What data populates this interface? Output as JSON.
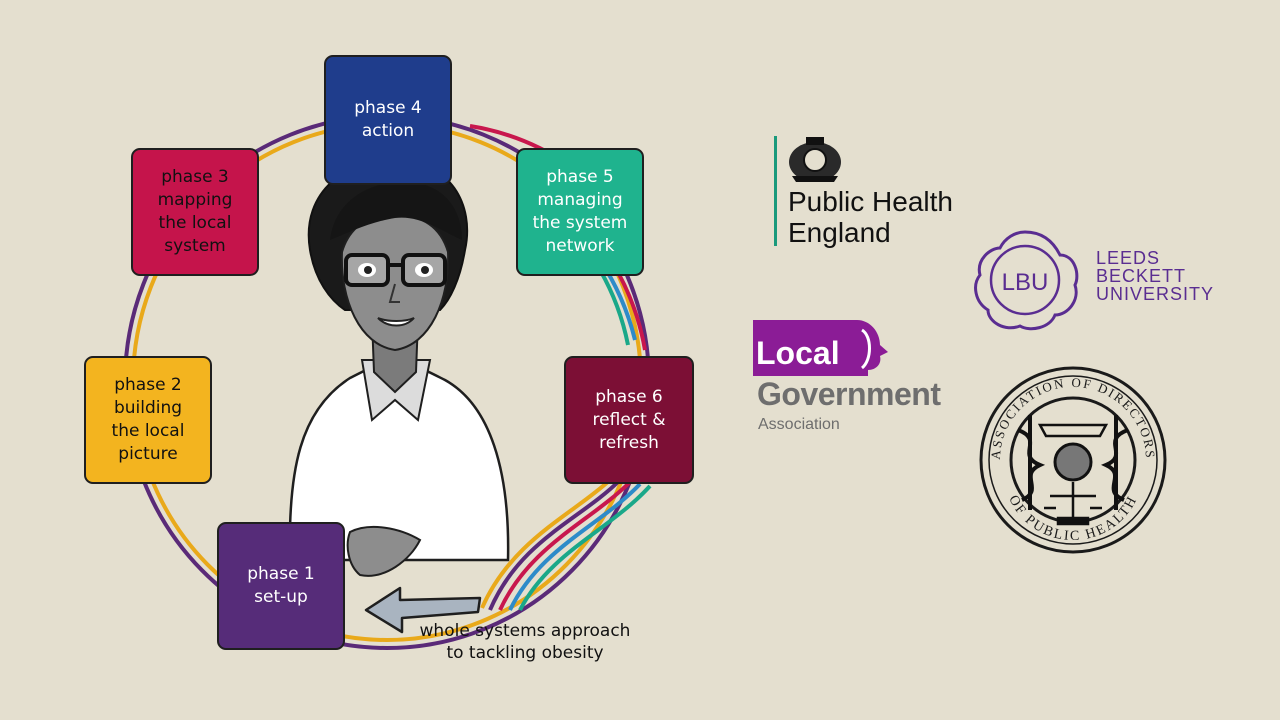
{
  "colors": {
    "background": "#e4dfcf",
    "ring": [
      "#5a2a78",
      "#e9a91a",
      "#c8174d",
      "#2d8bc9",
      "#1aa889"
    ]
  },
  "phases": [
    {
      "title": "phase 1",
      "desc": "set-up",
      "color": "#562c79",
      "text_color": "#ffffff"
    },
    {
      "title": "phase 2",
      "desc": "building\nthe local\npicture",
      "color": "#f3b41f",
      "text_color": "#111111"
    },
    {
      "title": "phase 3",
      "desc": "mapping\nthe local\nsystem",
      "color": "#c5144b",
      "text_color": "#111111"
    },
    {
      "title": "phase 4",
      "desc": "action",
      "color": "#1f3d8c",
      "text_color": "#ffffff"
    },
    {
      "title": "phase 5",
      "desc": "managing\nthe system\nnetwork",
      "color": "#1fb38e",
      "text_color": "#ffffff"
    },
    {
      "title": "phase 6",
      "desc": "reflect &\nrefresh",
      "color": "#7c0f35",
      "text_color": "#ffffff"
    }
  ],
  "caption": "whole systems approach\nto tackling obesity",
  "logos": {
    "phe": {
      "name": "Public Health\nEngland",
      "color": "#1a9a7c"
    },
    "lbu": {
      "monogram": "LBU",
      "name": "LEEDS\nBECKETT\nUNIVERSITY",
      "color": "#5a2d91"
    },
    "lga": {
      "local": "Local",
      "government": "Government",
      "association": "Association",
      "color": "#8b1c96"
    },
    "adph": {
      "ring_text_top": "ASSOCIATION OF DIRECTORS",
      "ring_text_bottom": "OF PUBLIC HEALTH"
    }
  }
}
